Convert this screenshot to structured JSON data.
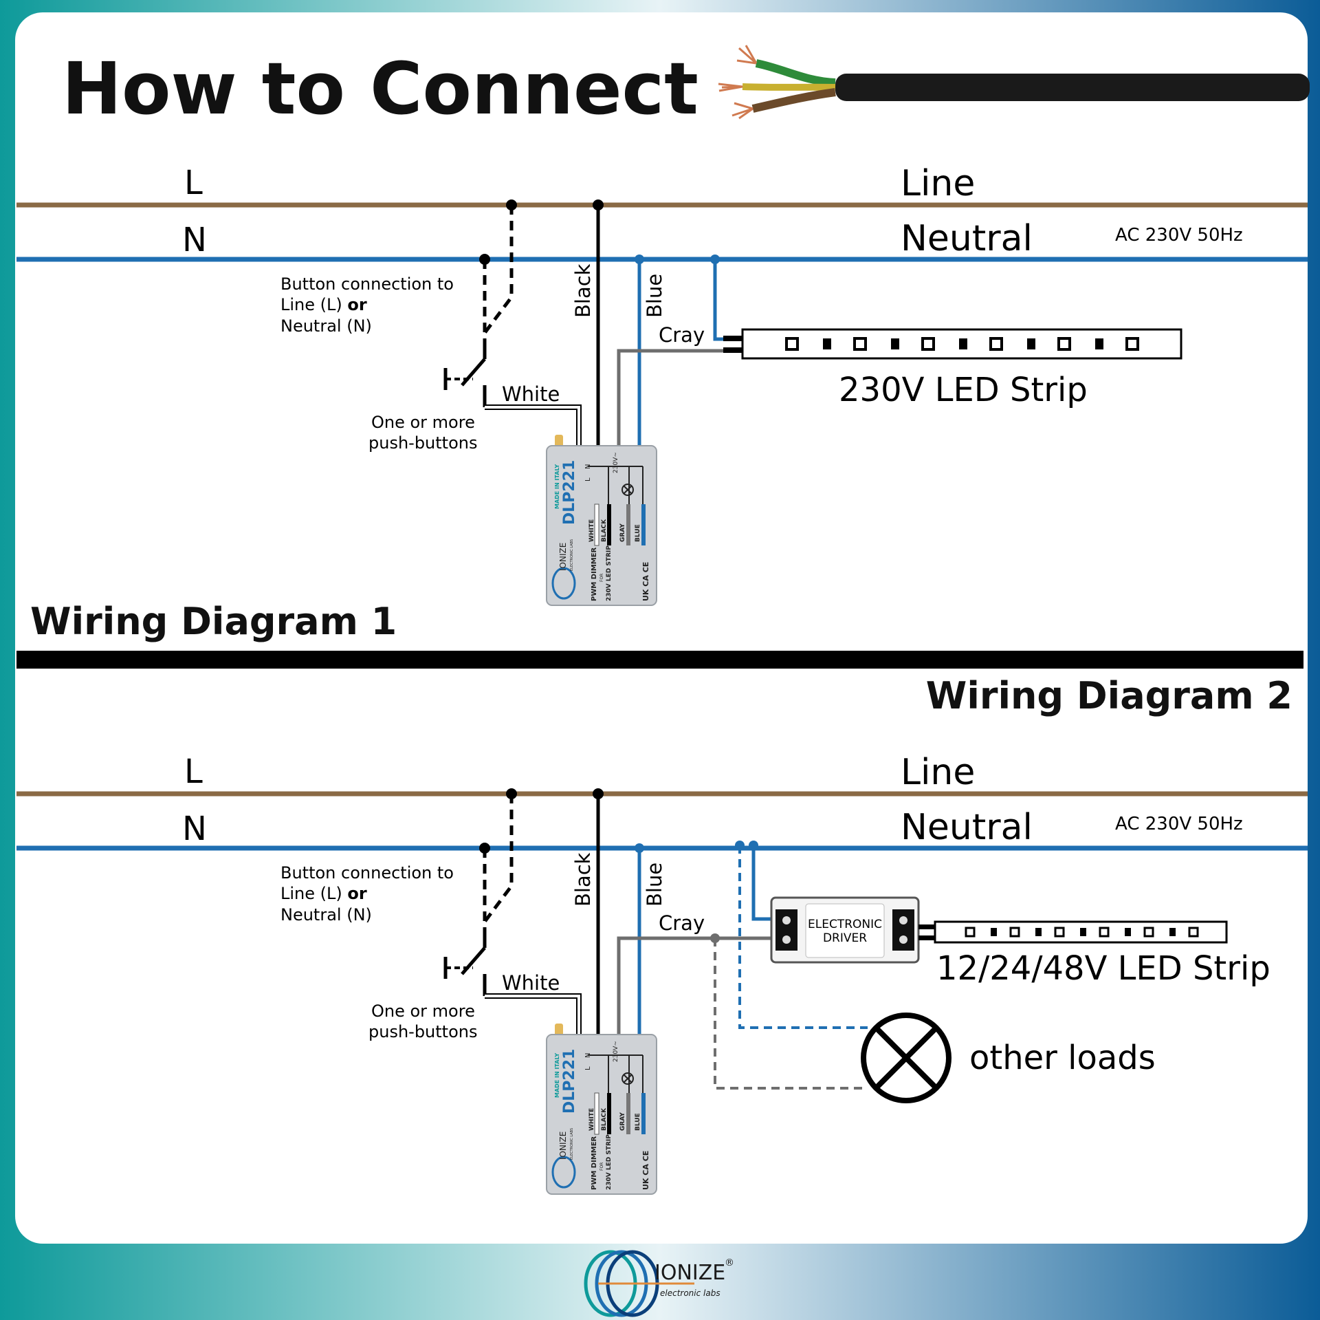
{
  "page": {
    "title": "How to Connect",
    "colors": {
      "line_brown": "#8a6a45",
      "neutral_blue": "#1f6fb2",
      "accent_teal": "#0e9a9a",
      "accent_navy": "#0b4f8a",
      "gray_wire": "#6e6e6e"
    }
  },
  "diagram1": {
    "heading": "Wiring Diagram 1",
    "rail_l": "L",
    "rail_n": "N",
    "line_label": "Line",
    "neutral_label": "Neutral",
    "supply": "AC 230V 50Hz",
    "button_note_1": "Button connection to",
    "button_note_2a": "Line (L) ",
    "button_note_2b": "or",
    "button_note_3": "Neutral (N)",
    "push_note_1": "One or more",
    "push_note_2": "push-buttons",
    "wire_white": "White",
    "wire_black": "Black",
    "wire_blue": "Blue",
    "wire_gray": "Cray",
    "load": "230V LED Strip"
  },
  "diagram2": {
    "heading": "Wiring Diagram 2",
    "rail_l": "L",
    "rail_n": "N",
    "line_label": "Line",
    "neutral_label": "Neutral",
    "supply": "AC 230V 50Hz",
    "button_note_1": "Button connection to",
    "button_note_2a": "Line (L) ",
    "button_note_2b": "or",
    "button_note_3": "Neutral (N)",
    "push_note_1": "One or more",
    "push_note_2": "push-buttons",
    "wire_white": "White",
    "wire_black": "Black",
    "wire_blue": "Blue",
    "wire_gray": "Cray",
    "driver_1": "ELECTRONIC",
    "driver_2": "DRIVER",
    "load": "12/24/48V LED Strip",
    "other_loads": "other loads"
  },
  "device": {
    "made_in": "MADE IN ITALY",
    "model": "DLP221",
    "brand": "IONIZE",
    "brand_sub": "ELECTRONIC LABS",
    "line1": "PWM DIMMER",
    "line2": "FOR",
    "line3": "230V LED STRIP",
    "voltage": "230V~",
    "term_l": "L",
    "term_n": "N",
    "w_white": "WHITE",
    "w_black": "BLACK",
    "w_gray": "GRAY",
    "w_blue": "BLUE",
    "marks": "UK CA  CE"
  },
  "footer": {
    "brand": "IONIZE",
    "registered": "®",
    "sub": "electronic labs"
  }
}
